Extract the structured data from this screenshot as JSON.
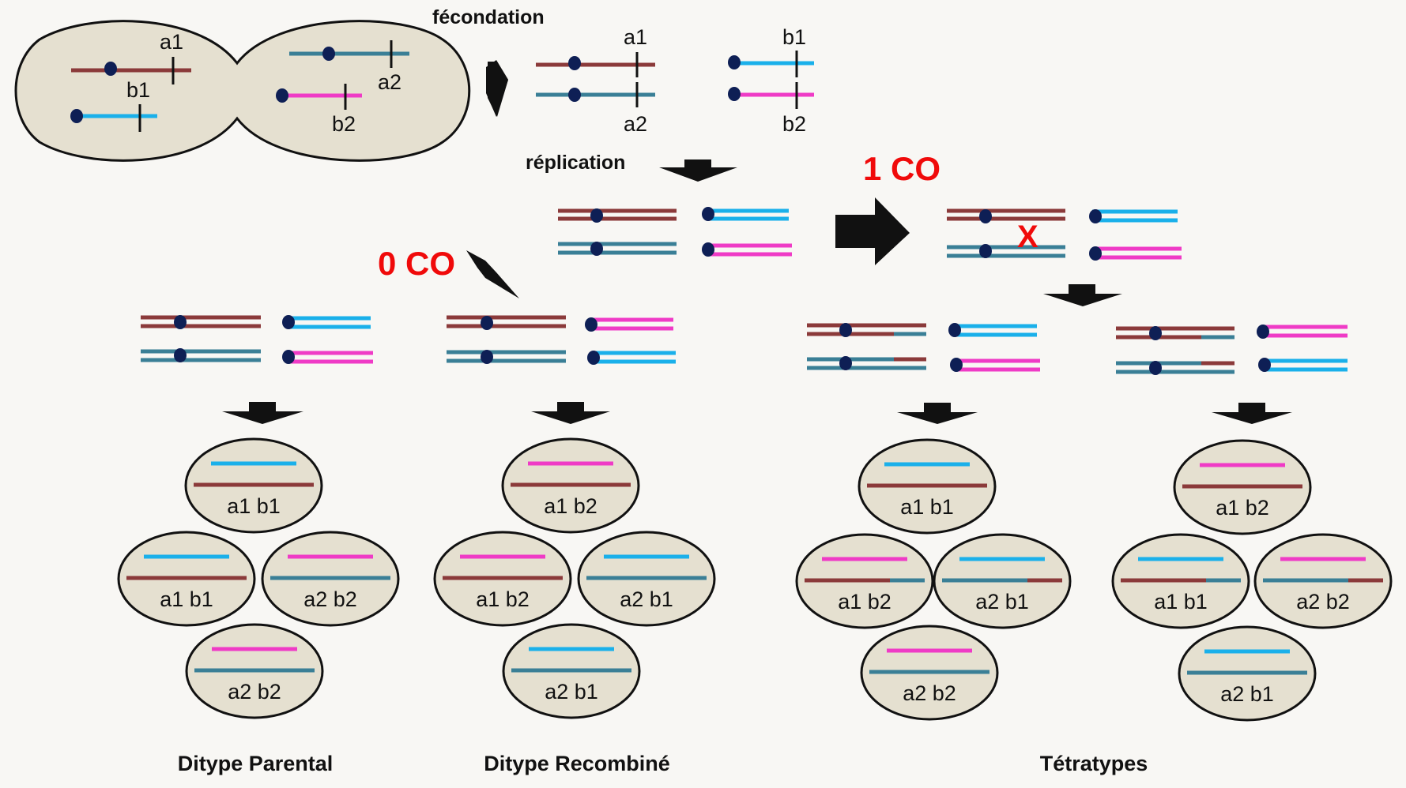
{
  "colors": {
    "background": "#f8f7f4",
    "cell_fill": "#e5e0d0",
    "cell_stroke": "#111111",
    "chrom_brown": "#8b3a3a",
    "chrom_teal": "#3a7f96",
    "chrom_cyan": "#1ab0ea",
    "chrom_pink": "#ef3bc6",
    "centromere": "#0e1f55",
    "accent_red": "#f00a0a"
  },
  "steps": {
    "fecondation": "fécondation",
    "replication": "réplication"
  },
  "crossovers": {
    "zero": "0 CO",
    "one": "1 CO",
    "mark": "X"
  },
  "gamete_labels": {
    "a1_top": "a1",
    "b1_left": "b1",
    "a2_right": "a2",
    "b2_bottom": "b2"
  },
  "zygote_labels": {
    "a1": "a1",
    "a2": "a2",
    "b1": "b1",
    "b2": "b2"
  },
  "spores": {
    "parental": [
      "a1 b1",
      "a1 b1",
      "a2 b2",
      "a2 b2"
    ],
    "recombined": [
      "a1 b2",
      "a1 b2",
      "a2 b1",
      "a2 b1"
    ],
    "tetra1": [
      "a1 b1",
      "a1 b2",
      "a2 b1",
      "a2 b2"
    ],
    "tetra2": [
      "a1 b2",
      "a1 b1",
      "a2 b2",
      "a2 b1"
    ]
  },
  "titles": {
    "parental": "Ditype Parental",
    "recombined": "Ditype Recombiné",
    "tetratypes": "Tétratypes"
  }
}
